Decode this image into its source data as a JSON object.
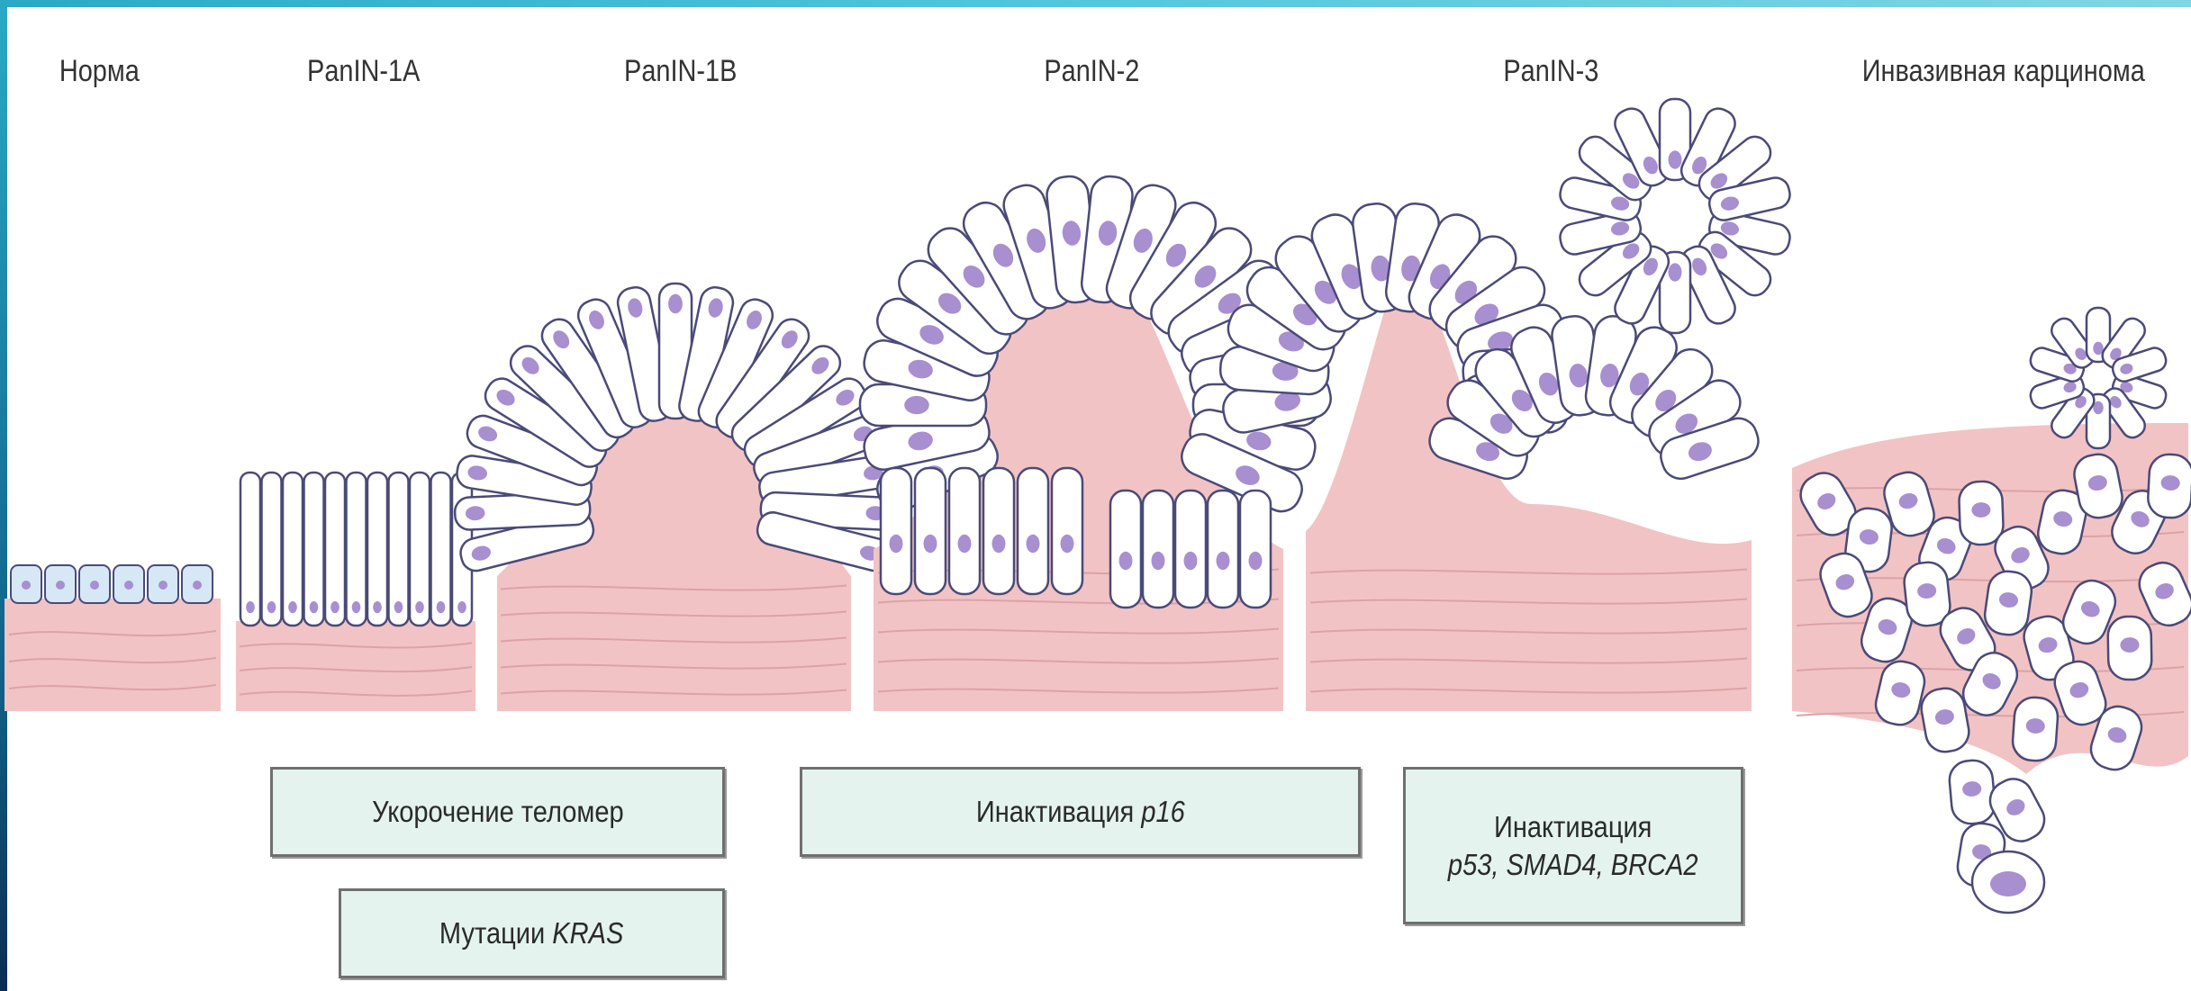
{
  "stages": {
    "normal": "Норма",
    "panin1a": "PanIN-1A",
    "panin1b": "PanIN-1B",
    "panin2": "PanIN-2",
    "panin3": "PanIN-3",
    "invasive": "Инвазивная карцинома"
  },
  "events": {
    "telomere": {
      "text": "Укорочение теломер"
    },
    "kras": {
      "prefix": "Мутации ",
      "gene": "KRAS"
    },
    "p16": {
      "prefix": "Инактивация ",
      "gene": "p16"
    },
    "late": {
      "line1": "Инактивация",
      "genes": "p53, SMAD4, BRCA2"
    }
  },
  "colors": {
    "stroma": "#f2c3c4",
    "stroma_line": "#dba3a6",
    "cell_fill": "#ffffff",
    "cell_outline": "#4a4a78",
    "nucleus": "#a88fd0",
    "box_fill": "#e4f3ee",
    "box_border": "#6f6f6f"
  }
}
